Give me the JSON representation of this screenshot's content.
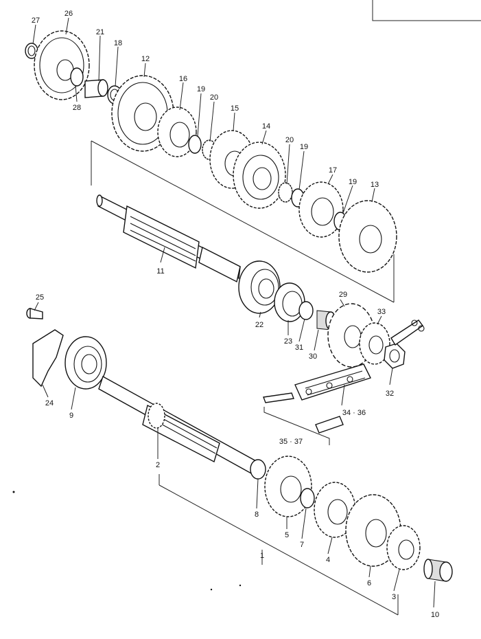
{
  "diagram": {
    "labels": {
      "l1": "1",
      "l2": "2",
      "l3": "3",
      "l4": "4",
      "l5": "5",
      "l6": "6",
      "l7": "7",
      "l8": "8",
      "l9": "9",
      "l10": "10",
      "l11": "11",
      "l12": "12",
      "l13": "13",
      "l14": "14",
      "l15": "15",
      "l16": "16",
      "l17": "17",
      "l18": "18",
      "l19a": "19",
      "l19b": "19",
      "l19c": "19",
      "l20a": "20",
      "l20b": "20",
      "l21": "21",
      "l22": "22",
      "l23": "23",
      "l24": "24",
      "l25": "25",
      "l26": "26",
      "l27": "27",
      "l28": "28",
      "l29": "29",
      "l30": "30",
      "l31": "31",
      "l32": "32",
      "l33": "33",
      "l3436": "34 · 36",
      "l3537": "35 · 37"
    }
  }
}
